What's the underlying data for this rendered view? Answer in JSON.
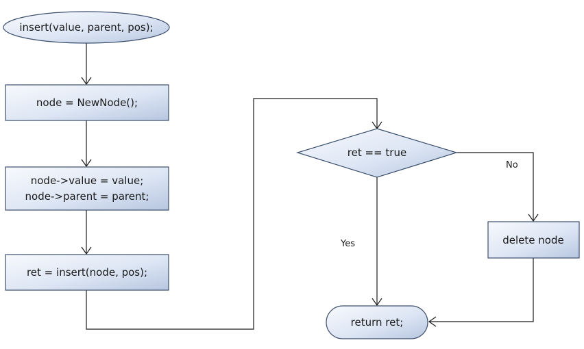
{
  "diagram": {
    "nodes": {
      "start": "insert(value, parent, pos);",
      "new_node": "node = NewNode();",
      "assign_line1": "node->value = value;",
      "assign_line2": "node->parent = parent;",
      "insert_call": "ret = insert(node, pos);",
      "decision": "ret == true",
      "delete_node": "delete node",
      "end": "return ret;"
    },
    "edge_labels": {
      "yes": "Yes",
      "no": "No"
    }
  }
}
